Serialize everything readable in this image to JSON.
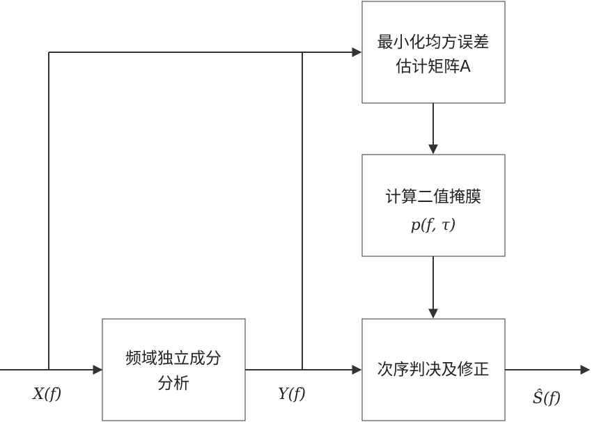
{
  "blocks": {
    "mmse": {
      "line1": "最小化均方误差",
      "line2": "估计矩阵A"
    },
    "binary_mask": {
      "line1": "计算二值掩膜",
      "line2": "p(f, τ)"
    },
    "ica": {
      "line1": "频域独立成分",
      "line2": "分析"
    },
    "order": {
      "line1": "次序判决及修正"
    }
  },
  "signals": {
    "input": "X(f)",
    "ica_output": "Y(f)",
    "output": "Ŝ(f)"
  }
}
